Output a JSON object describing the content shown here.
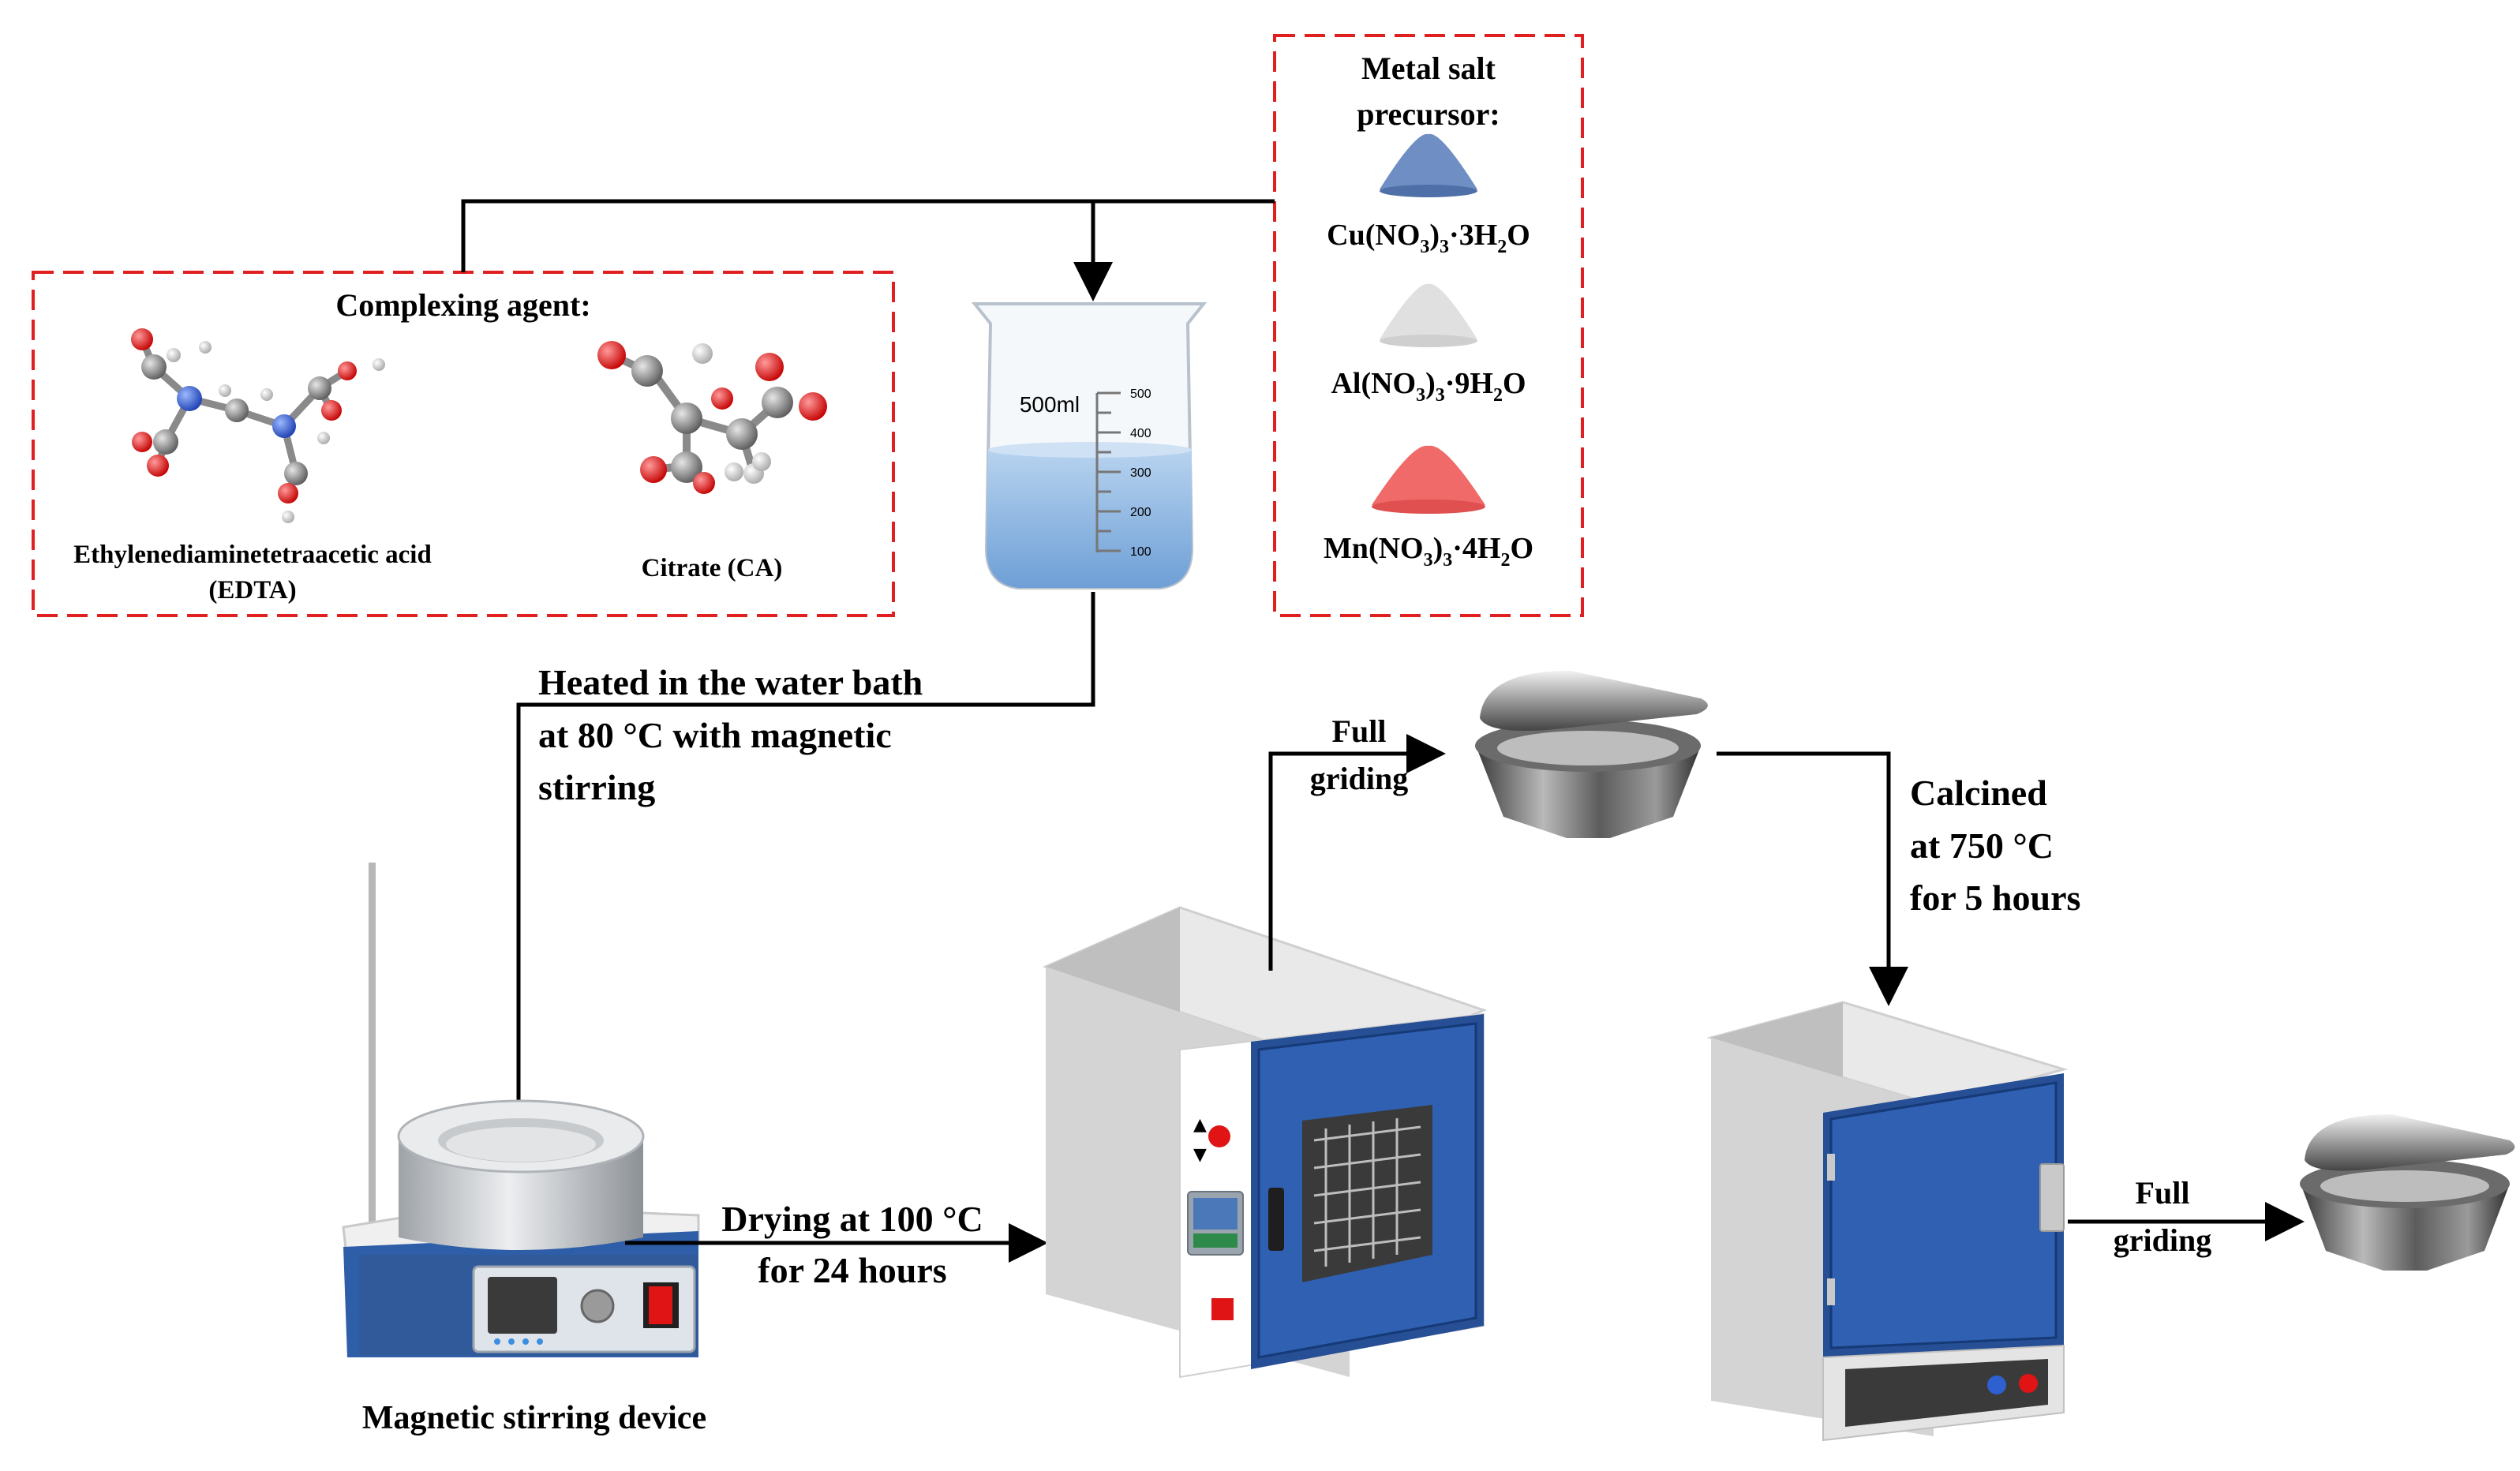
{
  "complexing": {
    "title": "Complexing agent:",
    "edta_label_line1": "Ethylenediaminetetraacetic acid",
    "edta_label_line2": "(EDTA)",
    "ca_label": "Citrate (CA)"
  },
  "metal": {
    "title_line1": "Metal salt",
    "title_line2": "precursor:",
    "salts": [
      {
        "pre": "Cu(NO",
        "s1": "3",
        "mid": ")",
        "s2": "3",
        "post": "·3H",
        "s3": "2",
        "tail": "O",
        "color": "#6f8fc4"
      },
      {
        "pre": "Al(NO",
        "s1": "3",
        "mid": ")",
        "s2": "3",
        "post": "·9H",
        "s3": "2",
        "tail": "O",
        "color": "#e0e0e0"
      },
      {
        "pre": "Mn(NO",
        "s1": "3",
        "mid": ")",
        "s2": "3",
        "post": "·4H",
        "s3": "2",
        "tail": "O",
        "color": "#f06a6a"
      }
    ]
  },
  "beaker": {
    "label": "500ml",
    "ticks": [
      "500",
      "400",
      "300",
      "200",
      "100"
    ]
  },
  "steps": {
    "heat_line1": "Heated in the water bath",
    "heat_line2": "at 80 °C with magnetic",
    "heat_line3": "stirring",
    "stirrer_label": "Magnetic stirring device",
    "dry_line1": "Drying at 100 °C",
    "dry_line2": "for 24 hours",
    "grind1_line1": "Full",
    "grind1_line2": "griding",
    "calc_line1": "Calcined",
    "calc_line2": "at 750 °C",
    "calc_line3": "for 5 hours",
    "grind2_line1": "Full",
    "grind2_line2": "griding"
  }
}
